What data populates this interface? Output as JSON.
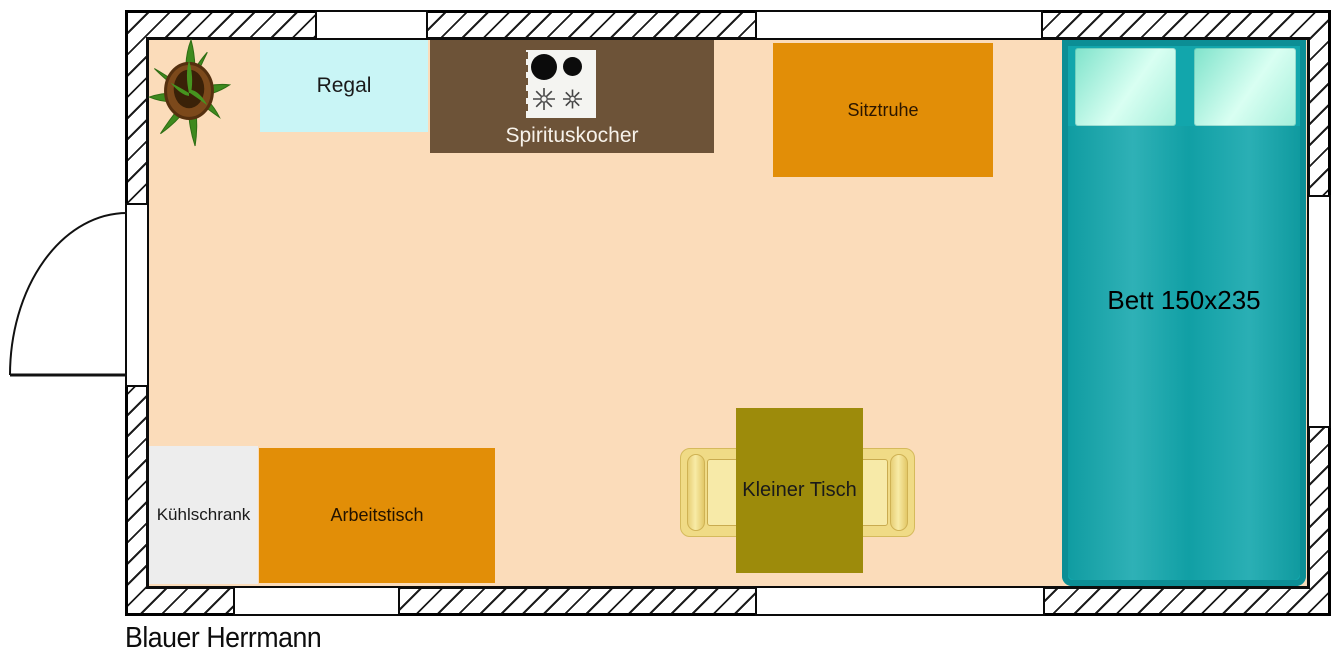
{
  "title": "Blauer Herrmann",
  "plan": {
    "floor_color": "#fbdcba",
    "wall_line_color": "#000000",
    "icons": {
      "stove": "stove-icon",
      "plant": "plant-icon",
      "door": "door-swing-icon"
    },
    "furniture": {
      "regal": {
        "label": "Regal",
        "color": "#c9f5f6"
      },
      "spirituskocher": {
        "label": "Spirituskocher",
        "color": "#6d5338"
      },
      "sitztruhe": {
        "label": "Sitztruhe",
        "color": "#e28e07"
      },
      "bett": {
        "label": "Bett 150x235",
        "color": "#12a6ac",
        "pillow_color": "#a9f0dc"
      },
      "kleiner_tisch": {
        "label": "Kleiner Tisch",
        "color": "#9d8b0b"
      },
      "sitzbank": {
        "color": "#f0db86"
      },
      "kuehlschrank": {
        "label": "Kühlschrank",
        "color": "#ededed"
      },
      "arbeitstisch": {
        "label": "Arbeitstisch",
        "color": "#e28e07"
      }
    }
  }
}
